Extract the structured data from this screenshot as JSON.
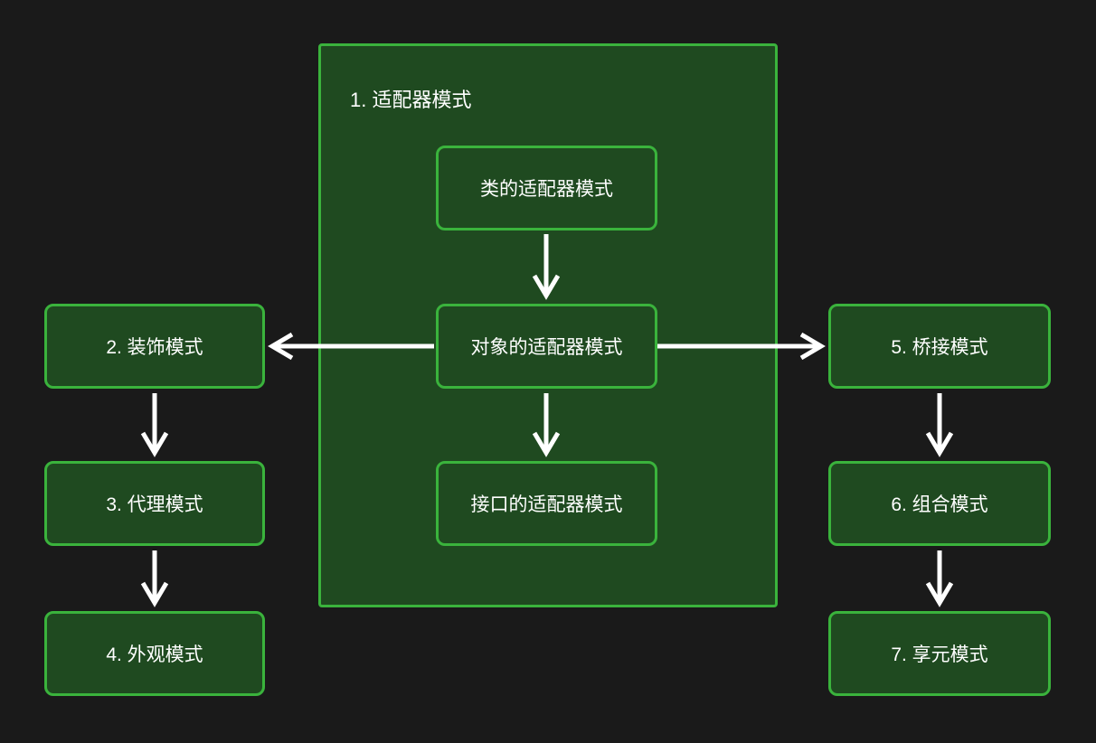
{
  "colors": {
    "background": "#1a1a1a",
    "node_fill": "#1f4a20",
    "node_border": "#3ab33c",
    "text": "#ffffff",
    "arrow": "#ffffff"
  },
  "diagram": {
    "group": {
      "title": "1. 适配器模式",
      "nodes": [
        {
          "label": "类的适配器模式"
        },
        {
          "label": "对象的适配器模式"
        },
        {
          "label": "接口的适配器模式"
        }
      ]
    },
    "left_column": [
      {
        "label": "2. 装饰模式"
      },
      {
        "label": "3. 代理模式"
      },
      {
        "label": "4. 外观模式"
      }
    ],
    "right_column": [
      {
        "label": "5. 桥接模式"
      },
      {
        "label": "6. 组合模式"
      },
      {
        "label": "7. 享元模式"
      }
    ]
  }
}
